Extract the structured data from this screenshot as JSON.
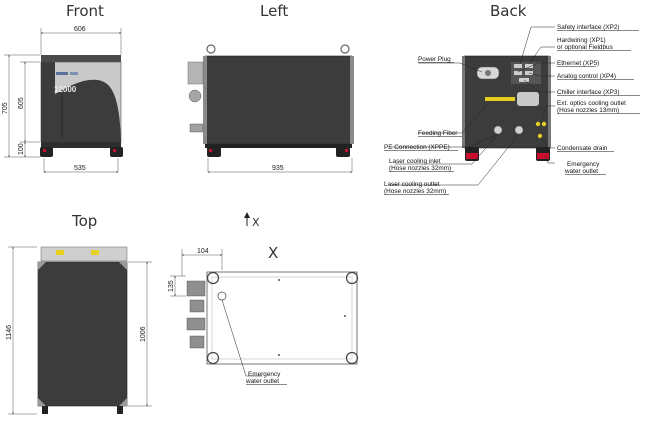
{
  "views": {
    "front": "Front",
    "left": "Left",
    "back": "Back",
    "top": "Top",
    "x_view": "X",
    "x_arrow": "X"
  },
  "front_model": "12000",
  "dimensions": {
    "front_width": "606",
    "front_height_total": "705",
    "front_height_body": "605",
    "front_height_base": "100",
    "front_base_width": "535",
    "left_length": "935",
    "top_length": "1146",
    "top_body": "1006",
    "x_offset_h": "104",
    "x_offset_v": "135"
  },
  "back_labels": {
    "safety": "Safety interface (XP2)",
    "hardwiring_1": "Hardwiring (XP1)",
    "hardwiring_2": "or optional Fieldbus",
    "power_plug": "Power Plug",
    "ethernet": "Ethernet (XP5)",
    "analog": "Analog control (XP4)",
    "chiller": "Chiller interface (XP3)",
    "ext_optics_1": "Ext. optics cooling outlet",
    "ext_optics_2": "(Hose nozzles 13mm)",
    "feeding_fiber": "Feeding Fiber",
    "pe_connection": "PE Connection (XPPE)",
    "condensate": "Condensate drain",
    "laser_inlet_1": "Laser cooling inlet",
    "laser_inlet_2": "(Hose nozzles 32mm)",
    "emergency_back_1": "Emergency",
    "emergency_back_2": "water outlet",
    "laser_outlet_1": "Laser cooling outlet",
    "laser_outlet_2": "(Hose nozzles 32mm)"
  },
  "x_labels": {
    "emergency_1": "Emergency",
    "emergency_2": "water outlet"
  },
  "colors": {
    "housing_dark": "#3c3c3c",
    "housing_grey": "#c9c9c9",
    "accent_yellow": "#e6cf1f",
    "connector_red": "#c8102e"
  }
}
